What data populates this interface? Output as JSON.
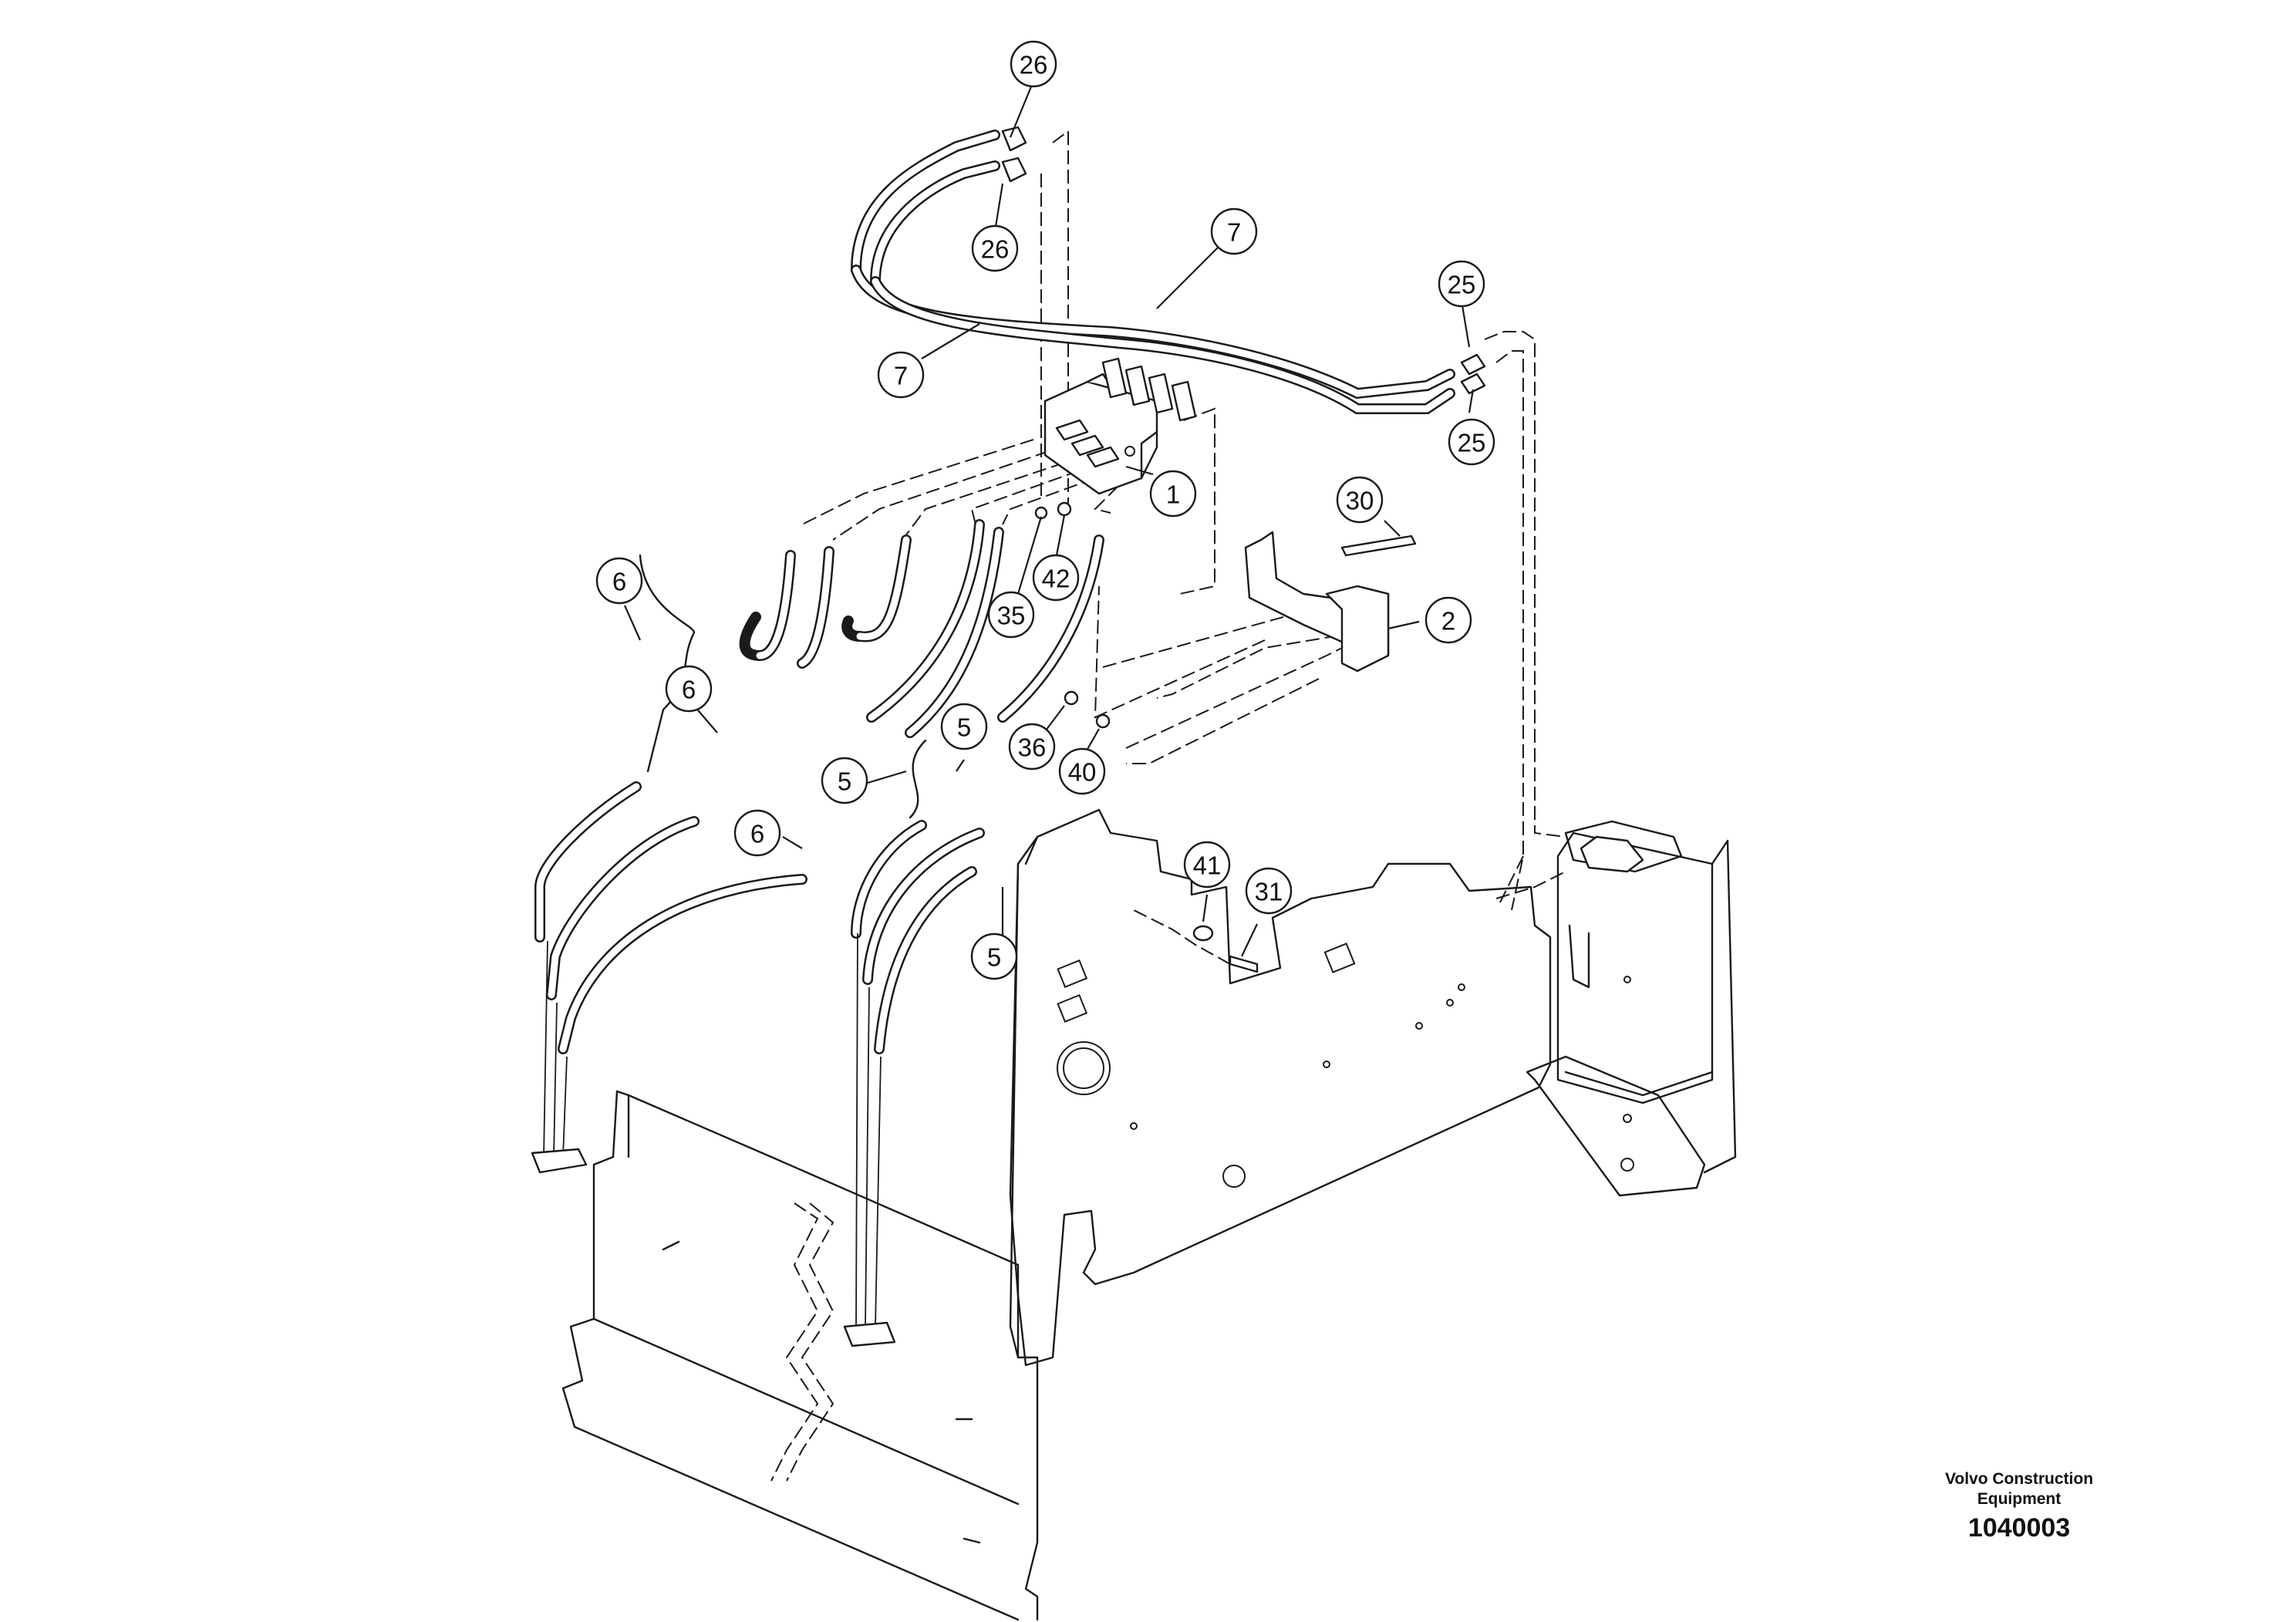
{
  "callouts": [
    {
      "label": "26"
    },
    {
      "label": "26"
    },
    {
      "label": "7"
    },
    {
      "label": "7"
    },
    {
      "label": "25"
    },
    {
      "label": "25"
    },
    {
      "label": "1"
    },
    {
      "label": "30"
    },
    {
      "label": "2"
    },
    {
      "label": "42"
    },
    {
      "label": "35"
    },
    {
      "label": "6"
    },
    {
      "label": "6"
    },
    {
      "label": "6"
    },
    {
      "label": "5"
    },
    {
      "label": "5"
    },
    {
      "label": "5"
    },
    {
      "label": "36"
    },
    {
      "label": "40"
    },
    {
      "label": "41"
    },
    {
      "label": "31"
    }
  ],
  "footer": {
    "brand_line1": "Volvo Construction",
    "brand_line2": "Equipment",
    "drawing_number": "1040003"
  }
}
